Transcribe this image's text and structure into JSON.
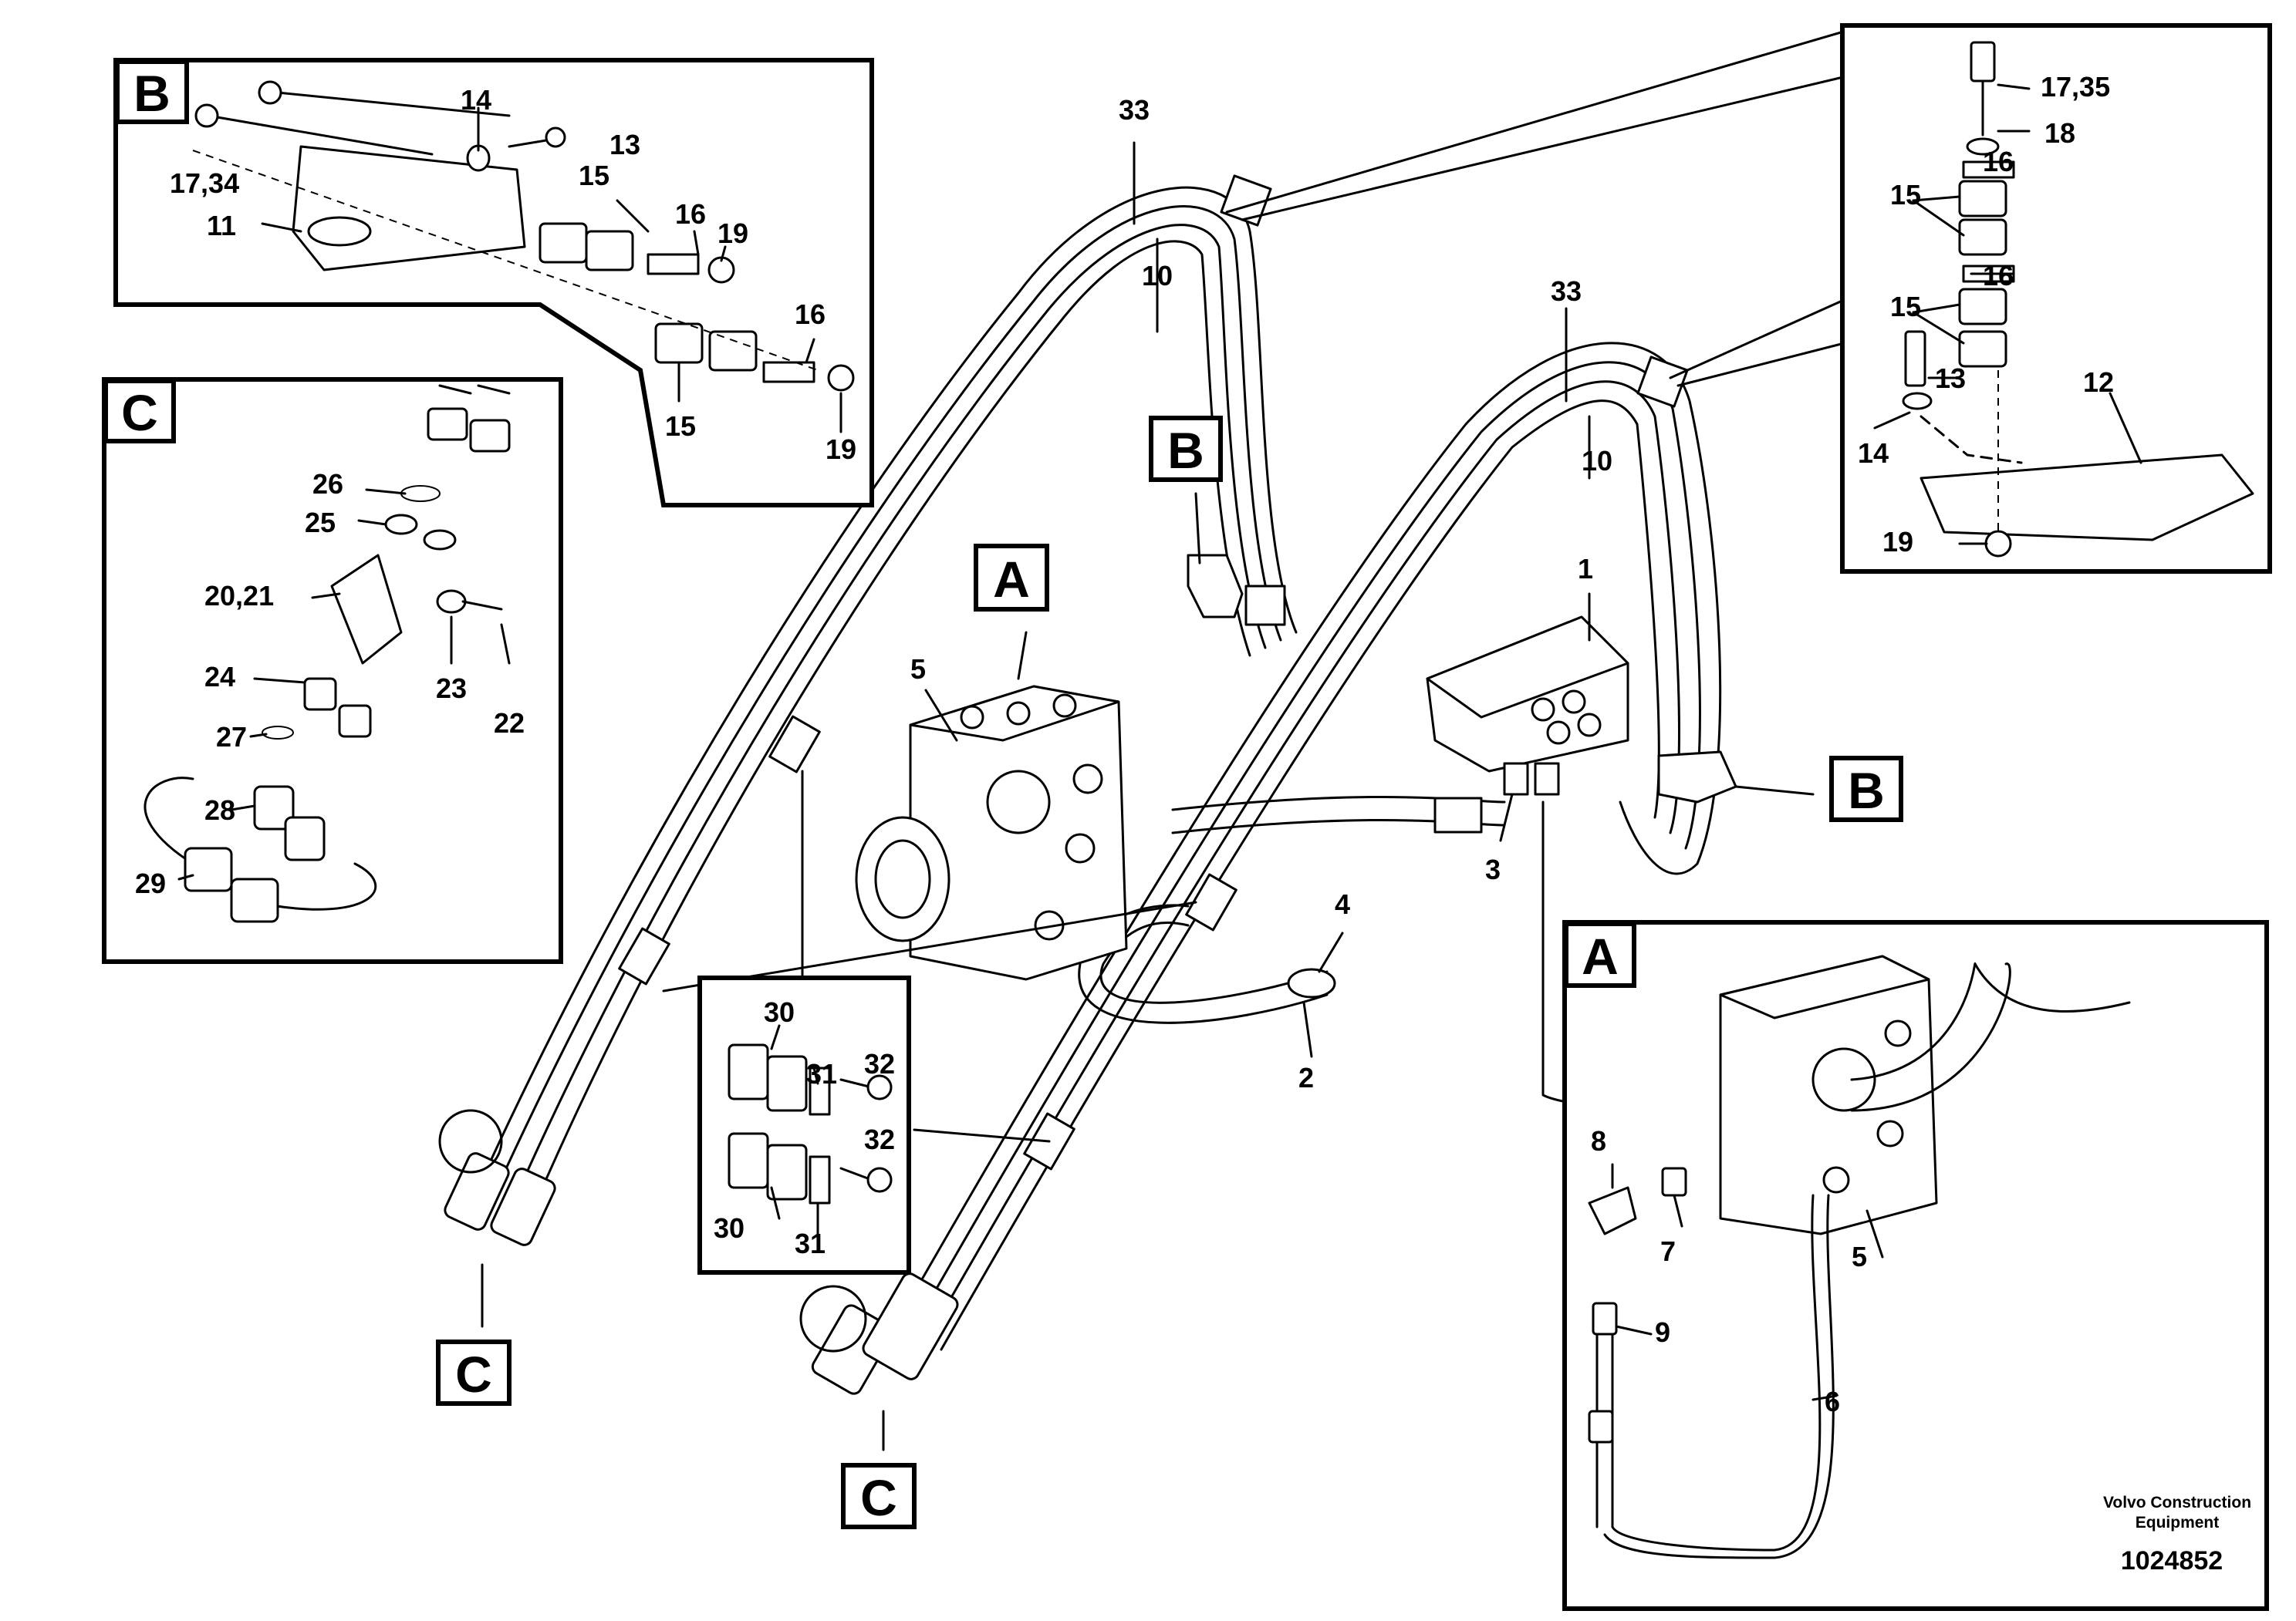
{
  "callout_letters": {
    "a": "A",
    "b": "B",
    "c": "C"
  },
  "labels": {
    "l1": "1",
    "l2": "2",
    "l3": "3",
    "l4": "4",
    "l5": "5",
    "l6": "6",
    "l7": "7",
    "l8": "8",
    "l9": "9",
    "l10": "10",
    "l11": "11",
    "l12": "12",
    "l13": "13",
    "l14": "14",
    "l15": "15",
    "l16": "16",
    "l18": "18",
    "l19": "19",
    "l20_21": "20,21",
    "l22": "22",
    "l23": "23",
    "l24": "24",
    "l25": "25",
    "l26": "26",
    "l27": "27",
    "l28": "28",
    "l29": "29",
    "l30": "30",
    "l31": "31",
    "l32": "32",
    "l33": "33",
    "l17_34": "17,34",
    "l17_35": "17,35"
  },
  "footer": {
    "company_line1": "Volvo Construction",
    "company_line2": "Equipment",
    "drawing_number": "1024852"
  }
}
